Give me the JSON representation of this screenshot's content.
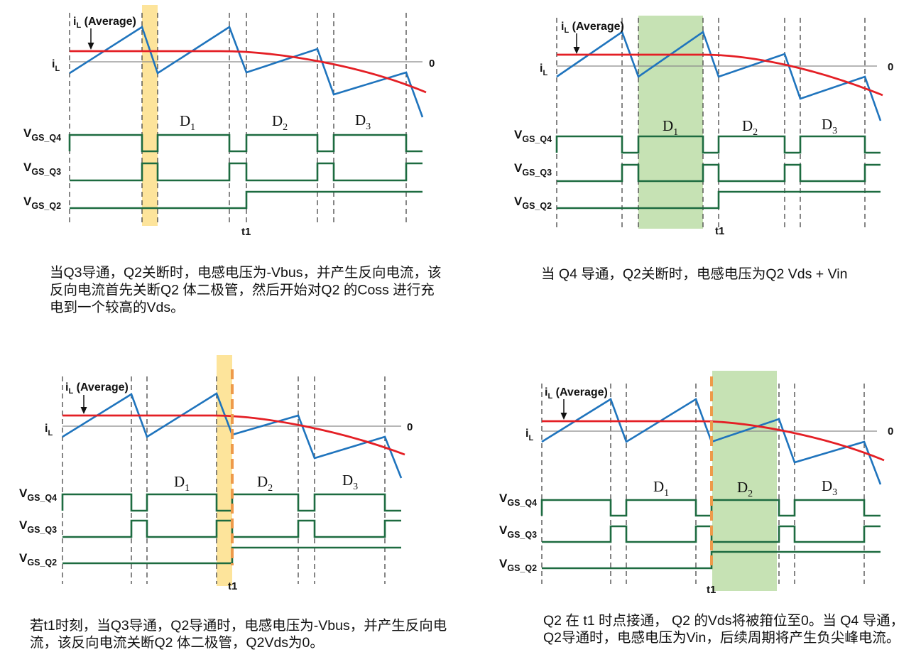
{
  "figure": {
    "colors": {
      "inductor_current": "#1f74bd",
      "average_current": "#e41f25",
      "gate_signal": "#1d6b40",
      "zero_line": "#8a8a8a",
      "interval_divider": "#444444",
      "t1_marker": "#ee9a4a",
      "arrow": "#111111"
    },
    "labels": {
      "il_average": {
        "symbol": "i",
        "sub": "L",
        "suffix": " (Average)"
      },
      "il": {
        "symbol": "i",
        "sub": "L"
      },
      "zero": "0",
      "vgs_q4": {
        "symbol": "V",
        "sub": "GS_Q4"
      },
      "vgs_q3": {
        "symbol": "V",
        "sub": "GS_Q3"
      },
      "vgs_q2": {
        "symbol": "V",
        "sub": "GS_Q2"
      },
      "intervals": [
        {
          "symbol": "D",
          "sub": "1"
        },
        {
          "symbol": "D",
          "sub": "2"
        },
        {
          "symbol": "D",
          "sub": "3"
        }
      ],
      "t1": "t1"
    },
    "panels": [
      {
        "highlight_color": "#fde49b",
        "t1_marker": false,
        "caption": [
          "当Q3导通，Q2关断时，电感电压为-Vbus，并产生反向电流，该",
          "反向电流首先关断Q2 体二极管，然后开始对Q2 的Coss 进行充",
          "电到一个较高的Vds。"
        ]
      },
      {
        "highlight_color": "#c6e2b4",
        "t1_marker": false,
        "caption": [
          "当 Q4 导通，Q2关断时，电感电压为Q2 Vds + Vin"
        ]
      },
      {
        "highlight_color": "#fde49b",
        "t1_marker": true,
        "caption": [
          "若t1时刻，当Q3导通，Q2导通时，电感电压为-Vbus，并产生反向电",
          "流，该反向电流关断Q2 体二极管，Q2Vds为0。"
        ]
      },
      {
        "highlight_color": "#c6e2b4",
        "t1_marker": true,
        "caption": [
          "Q2 在 t1 时点接通， Q2 的Vds将被箝位至0。当 Q4 导通，",
          "Q2导通时，电感电压为Vin，后续周期将产生负尖峰电流。"
        ]
      }
    ]
  }
}
